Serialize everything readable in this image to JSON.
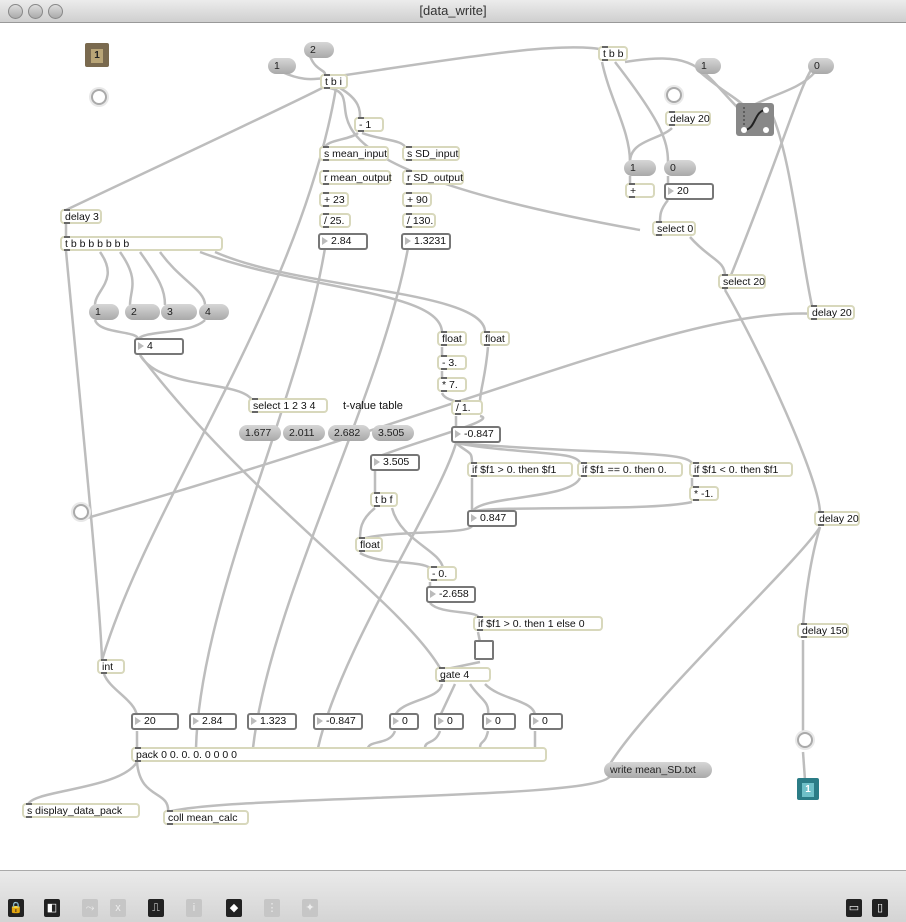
{
  "window": {
    "title": "[data_write]"
  },
  "objects": {
    "inlet1": "1",
    "msg1a": "1",
    "msg2a": "2",
    "tbi": "t b i",
    "minus1": "- 1",
    "smean": "s mean_input",
    "ssd": "s SD_input",
    "rmean": "r mean_output",
    "rsd": "r SD_output",
    "plus23": "+ 23",
    "plus90": "+ 90",
    "div25": "/ 25.",
    "div130": "/ 130.",
    "num284": "2.84",
    "num13231": "1.3231",
    "tbb": "t b b",
    "msg1b": "1",
    "msg0b": "0",
    "delay20a": "delay 20",
    "msg1c": "1",
    "msg0c": "0",
    "plus": "+",
    "num20": "20",
    "select0": "select 0",
    "select20": "select 20",
    "delay20b": "delay 20",
    "delay3": "delay 3",
    "tbbbbbbb": "t b b b b b b b",
    "m1": "1",
    "m2": "2",
    "m3": "3",
    "m4": "4",
    "num4": "4",
    "float1": "float",
    "float2": "float",
    "minus3": "- 3.",
    "times7": "* 7.",
    "div1": "/ 1.",
    "select1234": "select 1 2 3 4",
    "ttable": "t-value table",
    "t1": "1.677",
    "t2": "2.011",
    "t3": "2.682",
    "t4": "3.505",
    "numneg0847": "-0.847",
    "num3505": "3.505",
    "ifgt": "if $f1 > 0. then $f1",
    "ifeq": "if $f1 == 0. then 0.",
    "iflt": "if $f1 < 0. then $f1",
    "timesneg1": "* -1.",
    "num0847": "0.847",
    "tbf": "t b f",
    "float3": "float",
    "minus0": "- 0.",
    "numneg2658": "-2.658",
    "ifgt1": "if $f1 > 0. then 1 else 0",
    "gate4": "gate 4",
    "int": "int",
    "p1": "20",
    "p2": "2.84",
    "p3": "1.323",
    "p4": "-0.847",
    "p5": "0",
    "p6": "0",
    "p7": "0",
    "p8": "0",
    "pack": "pack 0 0. 0. 0. 0 0 0 0",
    "write": "write mean_SD.txt",
    "delay20c": "delay 20",
    "delay150": "delay 150",
    "outlet1": "1",
    "sdisplay": "s display_data_pack",
    "coll": "coll mean_calc"
  },
  "toolbar": [
    "lock-icon",
    "new-object-icon",
    "patch-cords-icon",
    "close-icon",
    "presentation-icon",
    "info-icon",
    "snap-icon",
    "grid-icon",
    "clue-icon",
    "patcher-view-icon",
    "presentation-view-icon"
  ],
  "colors": {
    "object_border": "#d8d8bc",
    "inlet": "#7a6a4f",
    "outlet": "#2b7c86"
  }
}
